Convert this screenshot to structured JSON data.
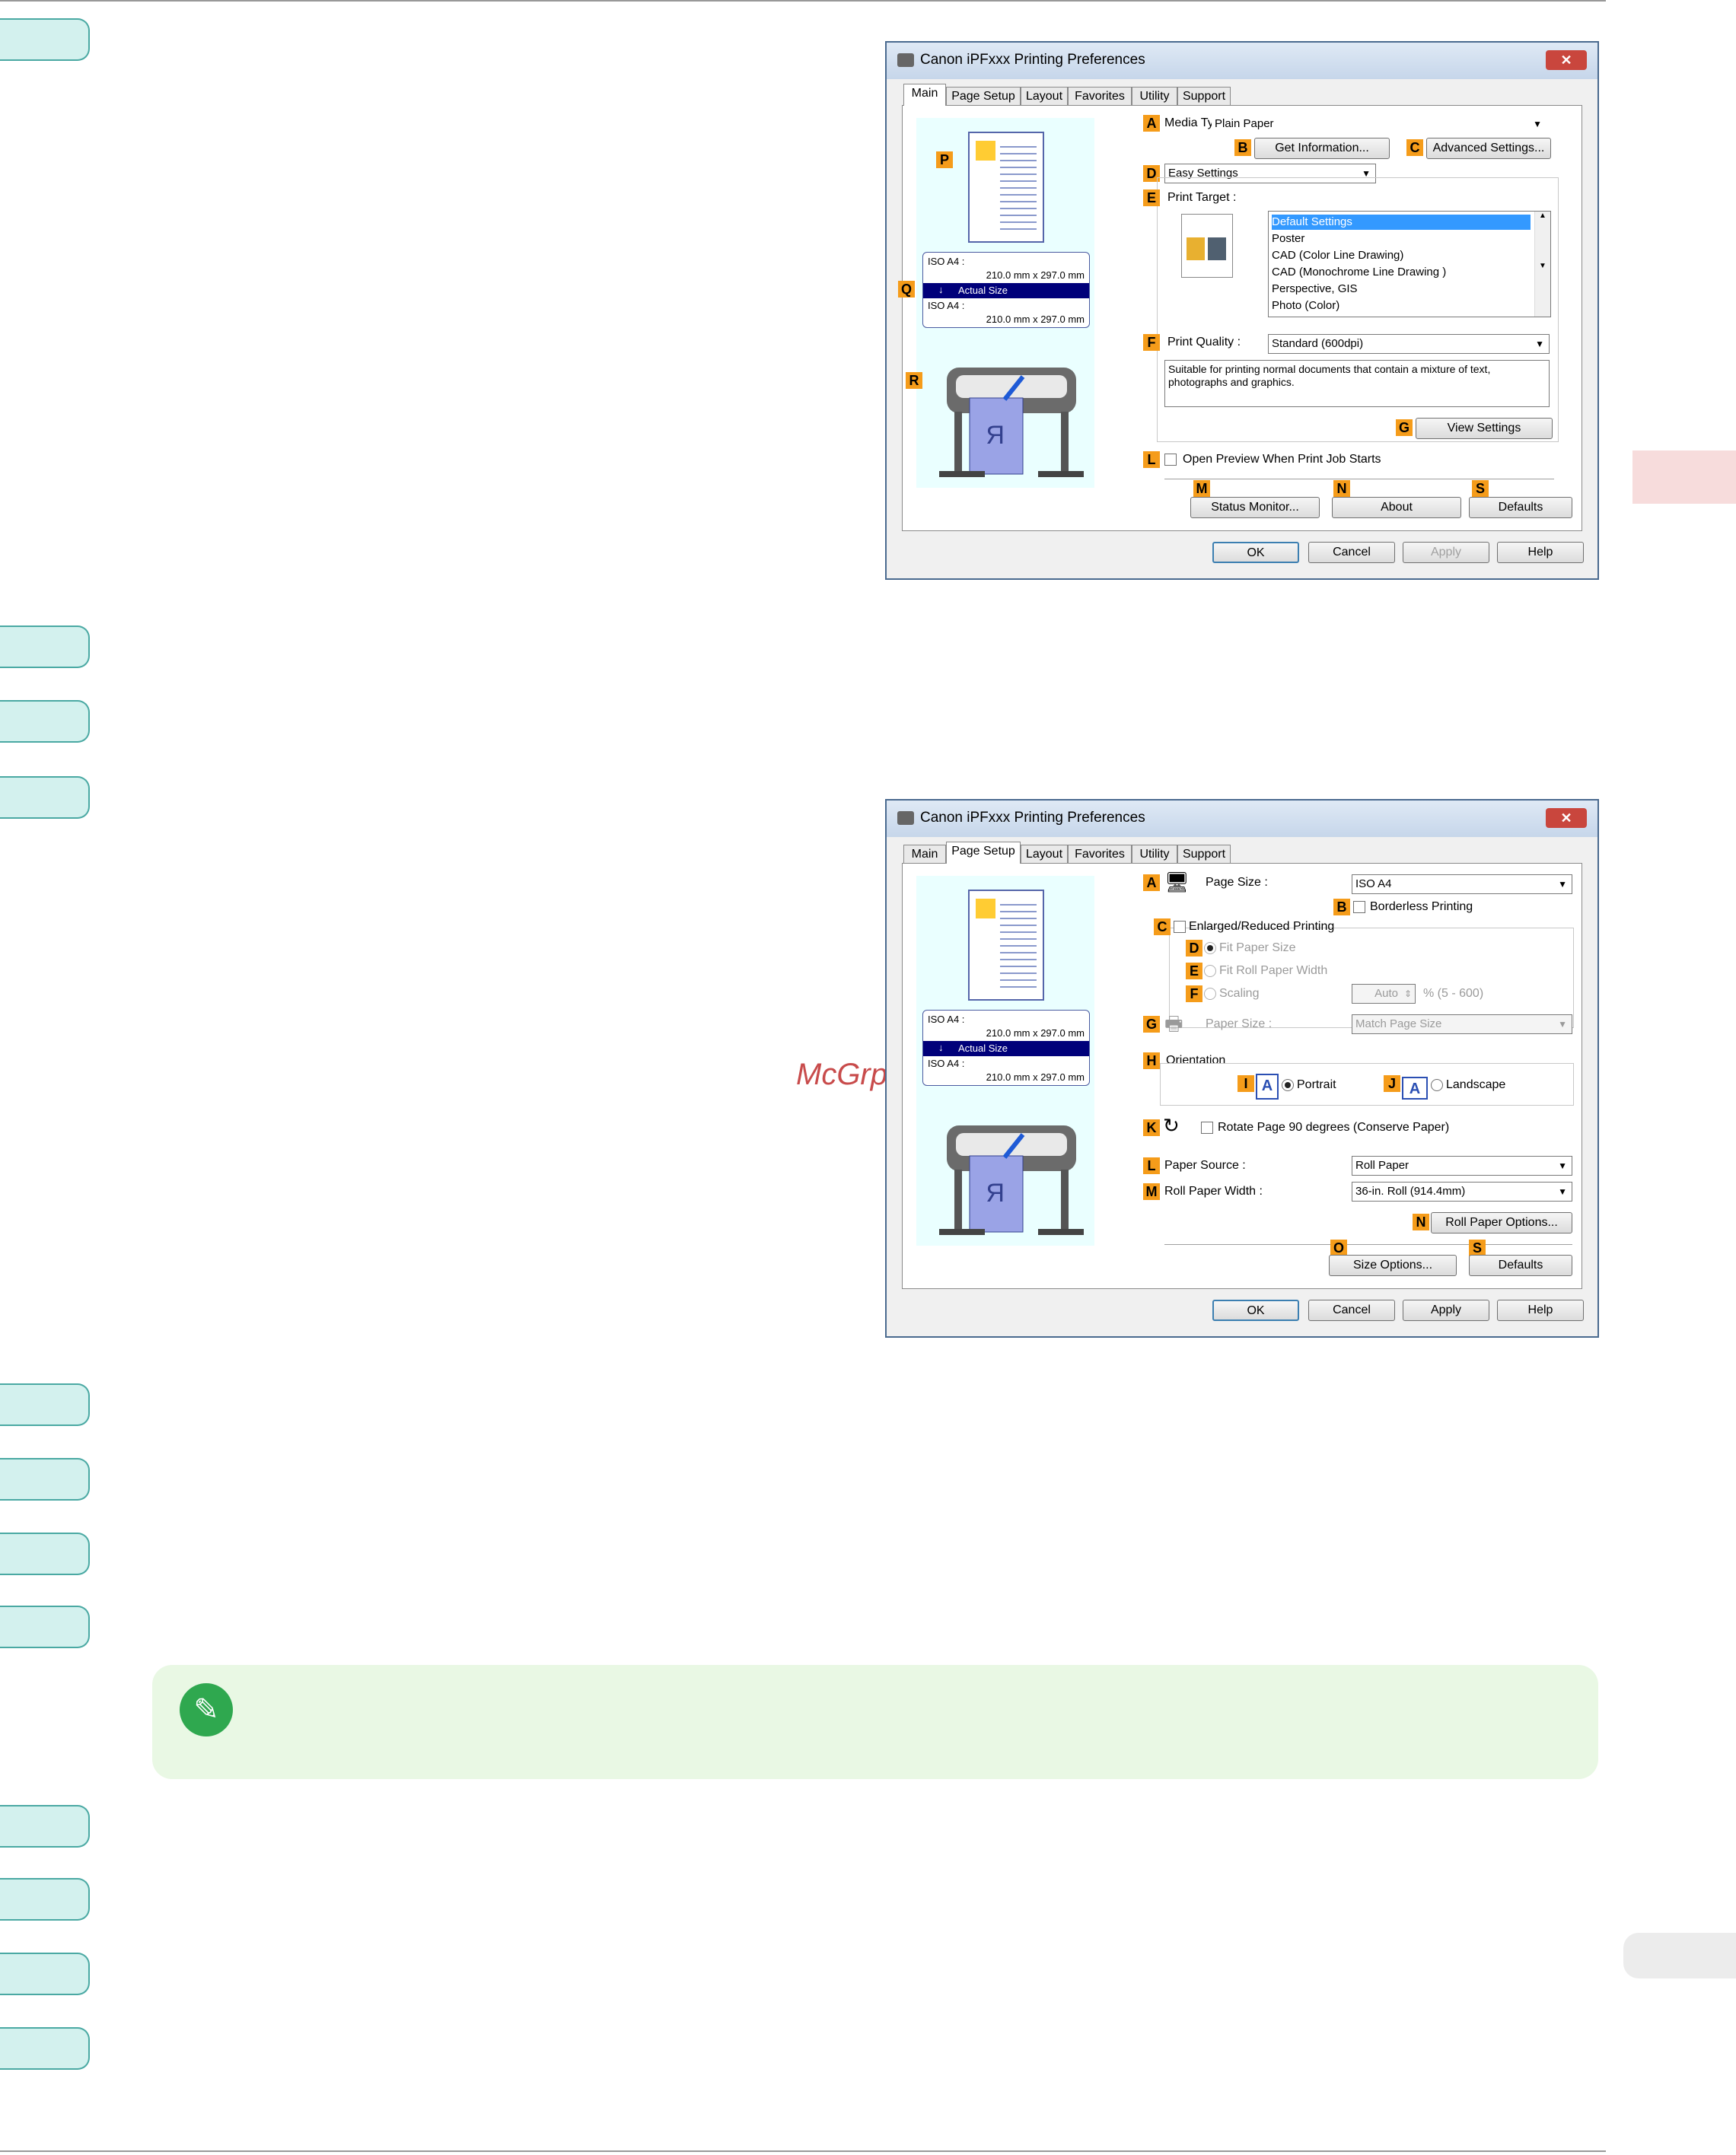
{
  "watermark": "McGrp.Ru",
  "dialog_main": {
    "title": "Canon iPFxxx Printing Preferences",
    "close_symbol": "✕",
    "tabs": [
      "Main",
      "Page Setup",
      "Layout",
      "Favorites",
      "Utility",
      "Support"
    ],
    "active_tab": "Main",
    "labels": {
      "A": "A",
      "B": "B",
      "C": "C",
      "D": "D",
      "E": "E",
      "F": "F",
      "G": "G",
      "L": "L",
      "M": "M",
      "N": "N",
      "S": "S",
      "P": "P",
      "Q": "Q",
      "R": "R"
    },
    "media_type_label": "Media Type :",
    "media_type_value": "Plain Paper",
    "get_information": "Get Information...",
    "advanced_settings": "Advanced Settings...",
    "settings_mode": "Easy Settings",
    "print_target_label": "Print Target :",
    "print_targets": [
      "Default Settings",
      "Poster",
      "CAD (Color Line Drawing)",
      "CAD (Monochrome Line Drawing )",
      "Perspective, GIS",
      "Photo (Color)"
    ],
    "print_quality_label": "Print Quality :",
    "print_quality_value": "Standard (600dpi)",
    "description": "Suitable for printing normal documents that contain a mixture of text, photographs and graphics.",
    "view_settings": "View Settings",
    "open_preview": "Open Preview When Print Job Starts",
    "status_monitor": "Status Monitor...",
    "about": "About",
    "defaults": "Defaults",
    "size_top": "ISO A4 :",
    "size_top_dims": "210.0 mm x 297.0 mm",
    "size_mode": "Actual Size",
    "size_bottom": "ISO A4 :",
    "size_bottom_dims": "210.0 mm x 297.0 mm",
    "ok": "OK",
    "cancel": "Cancel",
    "apply": "Apply",
    "help": "Help"
  },
  "dialog_setup": {
    "title": "Canon iPFxxx Printing Preferences",
    "close_symbol": "✕",
    "tabs": [
      "Main",
      "Page Setup",
      "Layout",
      "Favorites",
      "Utility",
      "Support"
    ],
    "active_tab": "Page Setup",
    "labels": {
      "A": "A",
      "B": "B",
      "C": "C",
      "D": "D",
      "E": "E",
      "F": "F",
      "G": "G",
      "H": "H",
      "I": "I",
      "J": "J",
      "K": "K",
      "L": "L",
      "M": "M",
      "N": "N",
      "O": "O",
      "S": "S"
    },
    "page_size_label": "Page Size :",
    "page_size_value": "ISO A4",
    "borderless": "Borderless Printing",
    "enlarged": "Enlarged/Reduced Printing",
    "fit_paper_size": "Fit Paper Size",
    "fit_roll_width": "Fit Roll Paper Width",
    "scaling": "Scaling",
    "scaling_value": "Auto",
    "scaling_range": "% (5 - 600)",
    "paper_size_label": "Paper Size :",
    "paper_size_value": "Match Page Size",
    "orientation": "Orientation",
    "portrait": "Portrait",
    "landscape": "Landscape",
    "rotate": "Rotate Page 90 degrees (Conserve Paper)",
    "paper_source_label": "Paper Source :",
    "paper_source_value": "Roll Paper",
    "roll_width_label": "Roll Paper Width :",
    "roll_width_value": "36-in. Roll (914.4mm)",
    "roll_options": "Roll Paper Options...",
    "size_options": "Size Options...",
    "defaults": "Defaults",
    "size_top": "ISO A4 :",
    "size_top_dims": "210.0 mm x 297.0 mm",
    "size_mode": "Actual Size",
    "size_bottom": "ISO A4 :",
    "size_bottom_dims": "210.0 mm x 297.0 mm",
    "ok": "OK",
    "cancel": "Cancel",
    "apply": "Apply",
    "help": "Help"
  },
  "colors": {
    "step_fill": "#d3f1ee",
    "step_border": "#4aa9a3",
    "note_bg": "#e9f8e4",
    "label_orange": "#f59c1a",
    "selection": "#00007a"
  }
}
